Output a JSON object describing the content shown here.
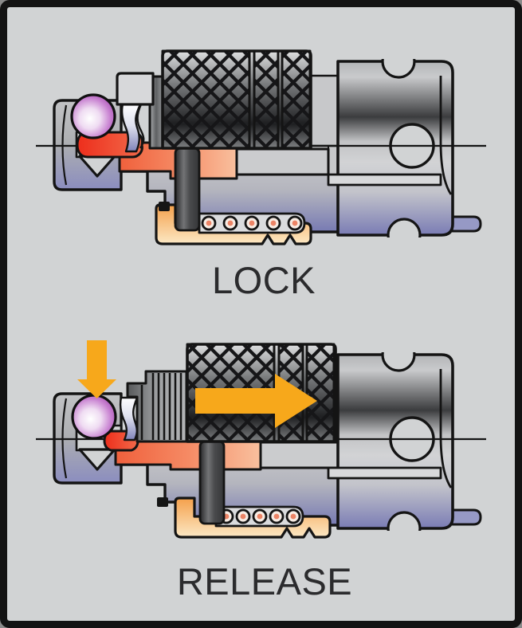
{
  "frame": {
    "background": "#D1D3D4",
    "border_color": "#131313"
  },
  "diagrams": [
    {
      "id": "lock",
      "label": "LOCK",
      "arrows": []
    },
    {
      "id": "release",
      "label": "RELEASE",
      "arrows": [
        "down-arrow",
        "right-arrow"
      ]
    }
  ],
  "colors": {
    "arrow_yellow": "#F7A81B",
    "ball_purple": "#A44FAC",
    "detent_red": "#ED3A24",
    "shaft_salmon": "#F58A64",
    "spring_seat_orange": "#F6A54C",
    "body_blue": "#7A7CB4",
    "metal_dark": "#3B3C3E",
    "metal_light": "#C9CACC",
    "outline": "#141414",
    "label_text": "#2B2B2D"
  }
}
